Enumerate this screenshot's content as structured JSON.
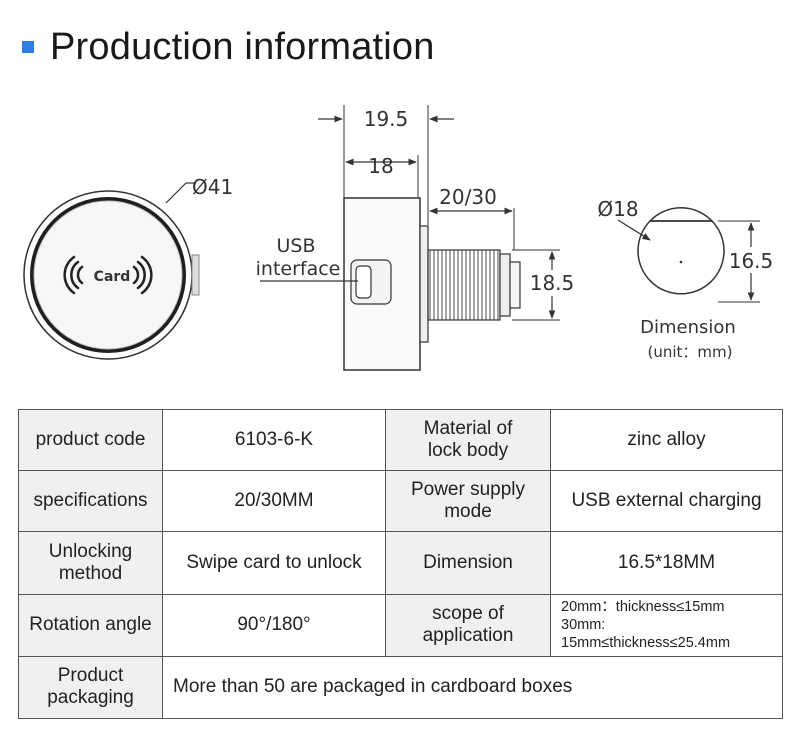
{
  "header": {
    "title": "Production information"
  },
  "drawing": {
    "card_diameter": "Ø41",
    "card_label": "Card",
    "width_total": "19.5",
    "width_body": "18",
    "thread_length": "20/30",
    "thread_height": "18.5",
    "usb_label_1": "USB",
    "usb_label_2": "interface",
    "end_diameter": "Ø18",
    "end_flat": "16.5",
    "dim_title": "Dimension",
    "dim_unit": "(unit：mm)"
  },
  "table": {
    "r1": {
      "l1": "product code",
      "v1": "6103-6-K",
      "l2a": "Material of",
      "l2b": "lock body",
      "v2": "zinc alloy"
    },
    "r2": {
      "l1": "specifications",
      "v1": "20/30MM",
      "l2a": "Power supply",
      "l2b": "mode",
      "v2": "USB external charging"
    },
    "r3": {
      "l1a": "Unlocking",
      "l1b": "method",
      "v1": "Swipe card to unlock",
      "l2": "Dimension",
      "v2": "16.5*18MM"
    },
    "r4": {
      "l1": "Rotation angle",
      "v1": "90°/180°",
      "l2a": "scope of",
      "l2b": "application",
      "v2a": "20mm：thickness≤15mm",
      "v2b": "30mm:",
      "v2c": "15mm≤thickness≤25.4mm"
    },
    "r5": {
      "l1a": "Product",
      "l1b": "packaging",
      "v1": "More than 50 are packaged in cardboard boxes"
    }
  }
}
